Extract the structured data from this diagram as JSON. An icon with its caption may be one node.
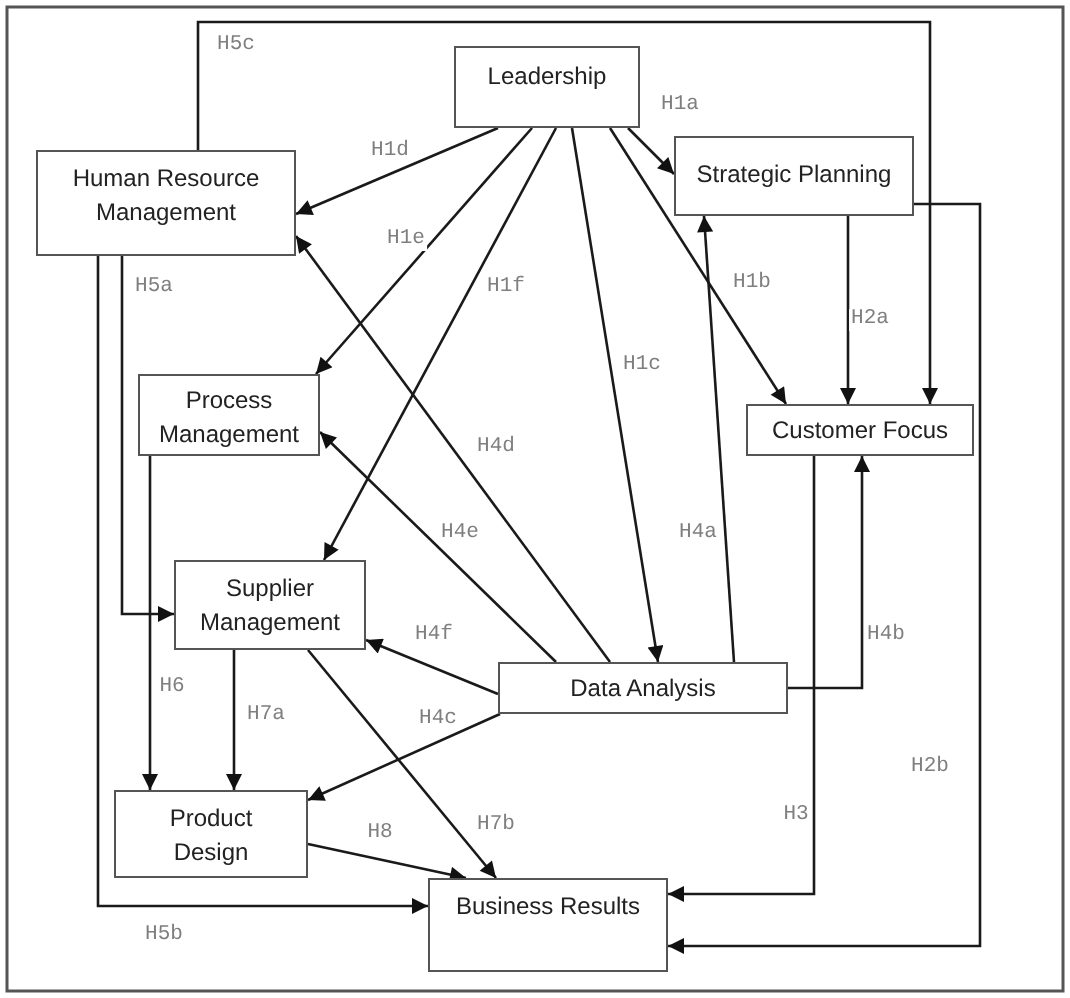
{
  "diagram": {
    "nodes": [
      {
        "text": [
          "Leadership"
        ]
      },
      {
        "text": [
          "Human Resource Management"
        ]
      },
      {
        "text": [
          "Strategic Planning"
        ]
      },
      {
        "text": [
          "Process Management"
        ]
      },
      {
        "text": [
          "Customer Focus"
        ]
      },
      {
        "text": [
          "Supplier Management"
        ]
      },
      {
        "text": [
          "Data Analysis"
        ]
      },
      {
        "text": [
          "Product Design"
        ]
      },
      {
        "text": [
          "Business Results"
        ]
      }
    ],
    "edges": [
      {
        "from": 0,
        "to": 2,
        "arrow": "to",
        "label": "H1a"
      },
      {
        "from": 0,
        "to": 4,
        "arrow": "to",
        "label": "H1b"
      },
      {
        "from": 0,
        "to": 6,
        "arrow": "to",
        "label": "H1c"
      },
      {
        "from": 0,
        "to": 1,
        "arrow": "to",
        "label": "H1d"
      },
      {
        "from": 0,
        "to": 3,
        "arrow": "to",
        "label": "H1e"
      },
      {
        "from": 0,
        "to": 5,
        "arrow": "to",
        "label": "H1f"
      },
      {
        "from": 2,
        "to": 4,
        "arrow": "to",
        "label": "H2a"
      },
      {
        "from": 2,
        "to": 8,
        "arrow": "to",
        "label": "H2b"
      },
      {
        "from": 4,
        "to": 8,
        "arrow": "to",
        "label": "H3"
      },
      {
        "from": 6,
        "to": 2,
        "arrow": "to",
        "label": "H4a"
      },
      {
        "from": 6,
        "to": 4,
        "arrow": "to",
        "label": "H4b"
      },
      {
        "from": 6,
        "to": 7,
        "arrow": "to",
        "label": "H4c"
      },
      {
        "from": 6,
        "to": 1,
        "arrow": "to",
        "label": "H4d"
      },
      {
        "from": 6,
        "to": 3,
        "arrow": "to",
        "label": "H4e"
      },
      {
        "from": 6,
        "to": 5,
        "arrow": "to",
        "label": "H4f"
      },
      {
        "from": 1,
        "to": 5,
        "arrow": "to",
        "label": "H5a"
      },
      {
        "from": 1,
        "to": 8,
        "arrow": "to",
        "label": "H5b"
      },
      {
        "from": 1,
        "to": 4,
        "arrow": "to",
        "label": "H5c"
      },
      {
        "from": 3,
        "to": 7,
        "arrow": "to",
        "label": "H6"
      },
      {
        "from": 5,
        "to": 7,
        "arrow": "to",
        "label": "H7a"
      },
      {
        "from": 5,
        "to": 8,
        "arrow": "to",
        "label": "H7b"
      },
      {
        "from": 7,
        "to": 8,
        "arrow": "to",
        "label": "H8"
      }
    ]
  }
}
